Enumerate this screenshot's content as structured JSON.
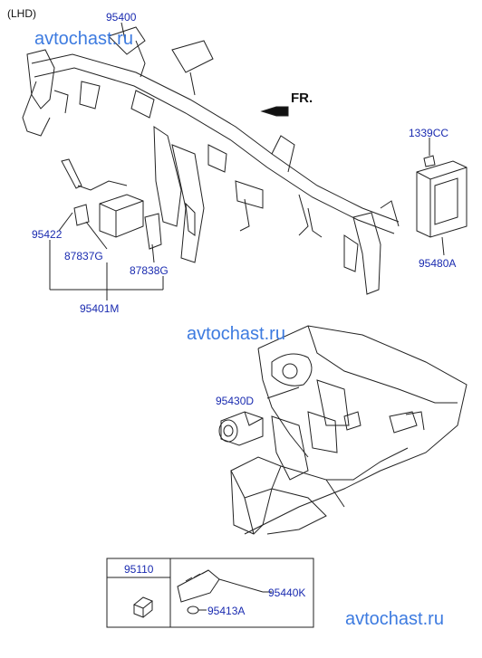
{
  "diagram": {
    "variant_label": "(LHD)",
    "direction_label": "FR.",
    "watermark": "avtochast.ru",
    "parts": {
      "p95400": "95400",
      "p1339CC": "1339CC",
      "p95422": "95422",
      "p87837G": "87837G",
      "p87838G": "87838G",
      "p95401M": "95401M",
      "p95480A": "95480A",
      "p95430D": "95430D",
      "p95110": "95110",
      "p95440K": "95440K",
      "p95413A": "95413A"
    }
  }
}
